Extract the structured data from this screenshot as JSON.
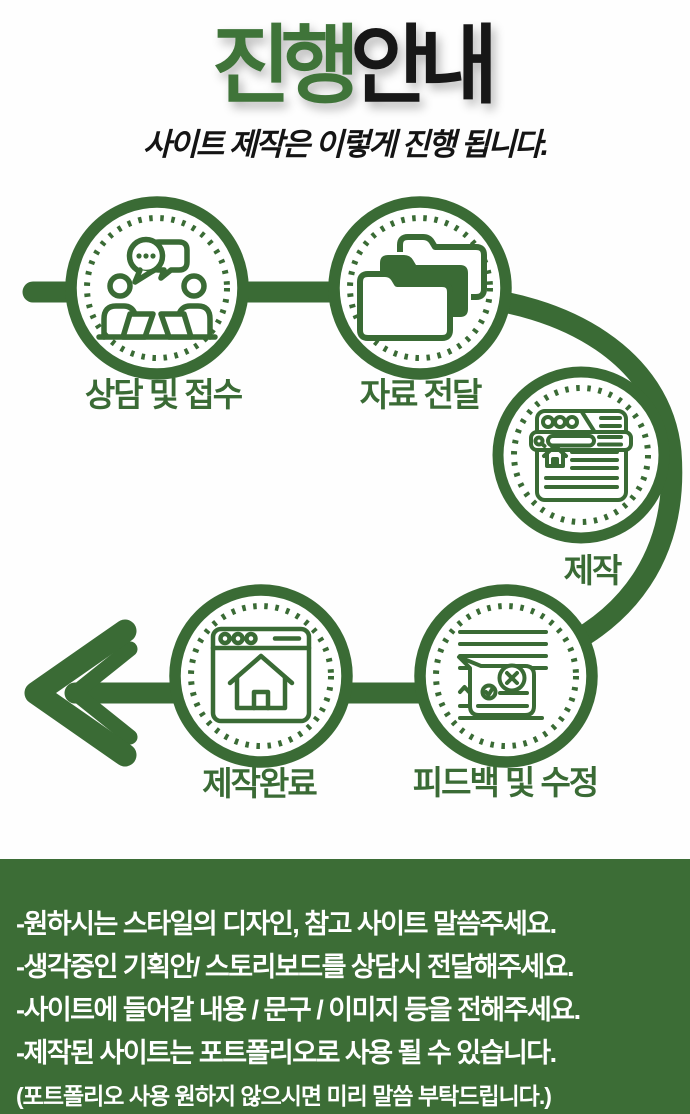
{
  "header": {
    "title_part1": "진행",
    "title_part2": "안내",
    "subtitle": "사이트 제작은 이렇게 진행 됩니다."
  },
  "colors": {
    "diagram_green": "#3a6b35",
    "title_green": "#3f7439",
    "title_black": "#171717",
    "footer_background": "#3c6d36",
    "footer_text": "#ffffff",
    "canvas": "#fefefe"
  },
  "flow": {
    "steps": [
      {
        "label": "상담 및 접수",
        "icon": "consultation-icon"
      },
      {
        "label": "자료 전달",
        "icon": "folders-icon"
      },
      {
        "label": "제작",
        "icon": "browser-build-icon"
      },
      {
        "label": "피드백 및 수정",
        "icon": "feedback-review-icon"
      },
      {
        "label": "제작완료",
        "icon": "site-complete-icon"
      }
    ],
    "direction_arrow": "double-chevron-left-icon"
  },
  "footer": {
    "lines": [
      "-원하시는 스타일의 디자인, 참고 사이트 말씀주세요.",
      "-생각중인 기획안/ 스토리보드를 상담시 전달해주세요.",
      "-사이트에 들어갈 내용 / 문구 / 이미지 등을 전해주세요.",
      "-제작된 사이트는 포트폴리오로 사용 될 수 있습니다.",
      "(포트폴리오 사용 원하지 않으시면 미리 말씀 부탁드립니다.)"
    ]
  }
}
